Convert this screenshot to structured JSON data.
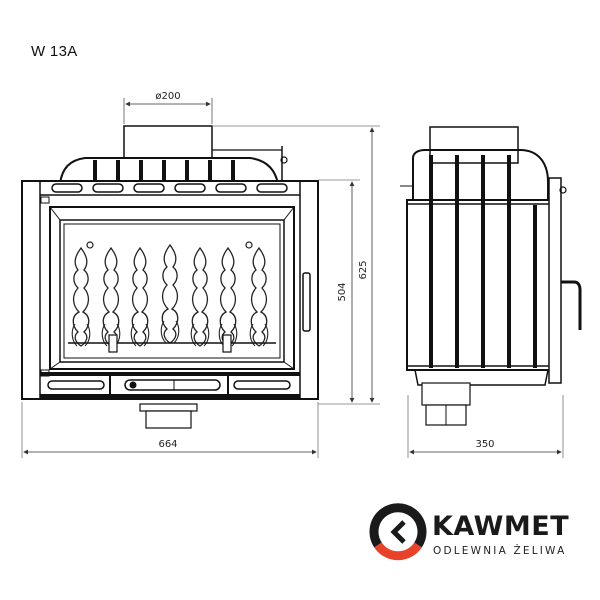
{
  "model": {
    "name": "W 13A"
  },
  "front_view": {
    "flue_diameter_label": "ø200",
    "width_label": "664",
    "door_height_label": "504",
    "total_height_label": "625"
  },
  "side_view": {
    "depth_label": "350"
  },
  "brand": {
    "name": "KAWMET",
    "tagline": "ODLEWNIA ŻELIWA",
    "accent_color": "#e8432a",
    "accent_color_2": "#f29a2e",
    "dark_color": "#1a1a1a"
  }
}
